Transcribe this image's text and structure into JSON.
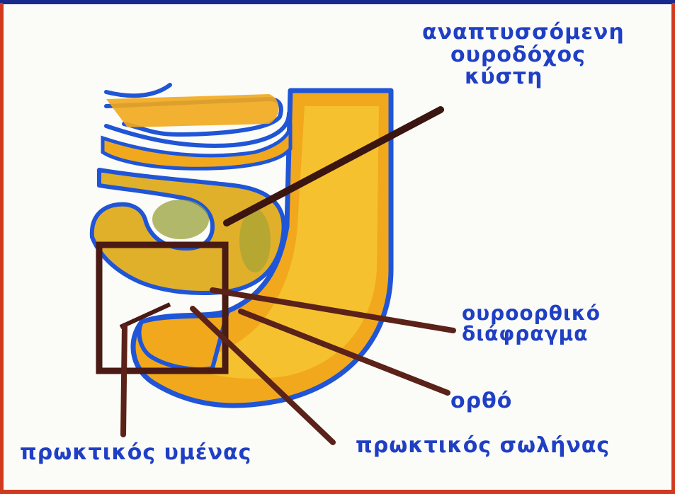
{
  "labels": {
    "bladder_line1": "αναπτυσσόμενη",
    "bladder_line2": "ουροδόχος",
    "bladder_line3": "κύστη",
    "septum_line1": "ουροορθικό",
    "septum_line2": "διάφραγμα",
    "rectum": "ορθό",
    "anal_canal": "πρωκτικός σωλήνας",
    "anal_membrane": "πρωκτικός υμένας"
  },
  "colors": {
    "border_blue": "#1a2a8c",
    "border_red": "#d23a1f",
    "tissue_orange": "#f2a81c",
    "tissue_yellow": "#f7c531",
    "tissue_green": "#9aa23a",
    "outline_blue": "#1f55d6",
    "pointer_brown": "#5a2218",
    "text_blue": "#1f3fc4"
  }
}
